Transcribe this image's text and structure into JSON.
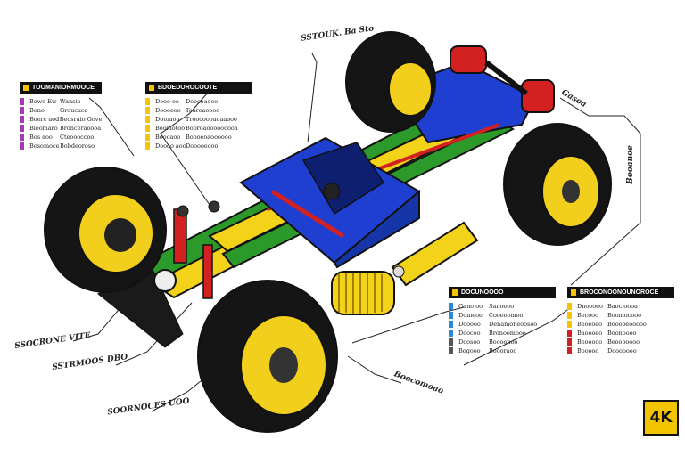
{
  "colors": {
    "tire": "#151515",
    "rim": "#f2cf1c",
    "frame_blue": "#1f3fd0",
    "rail_yellow": "#f3d21a",
    "rail_green": "#2b9a2b",
    "accent_red": "#d32020",
    "outline": "#111111",
    "panel_header": "#111111",
    "swatch_yellow": "#f5c400",
    "swatch_purple": "#a23bb5",
    "swatch_blue": "#2a8ad8",
    "swatch_red": "#d32020",
    "swatch_gray": "#555555"
  },
  "legend_panels": [
    {
      "title": "TOOMANIORMOOCE",
      "rows": [
        {
          "swatch": "#a23bb5",
          "a": "Bowo Ew",
          "b": "Wansio"
        },
        {
          "swatch": "#a23bb5",
          "a": "Bono",
          "b": "Groucaca"
        },
        {
          "swatch": "#a23bb5",
          "a": "Boerc aod",
          "b": "Beosraio Gove"
        },
        {
          "swatch": "#a23bb5",
          "a": "Bleomaro",
          "b": "Bronceraoooa"
        },
        {
          "swatch": "#a23bb5",
          "a": "Bos aoo",
          "b": "Cteoooccoo"
        },
        {
          "swatch": "#a23bb5",
          "a": "Bosomoce",
          "b": "Bobdeoroso"
        }
      ]
    },
    {
      "title": "BDOEDOROCOOTE",
      "rows": [
        {
          "swatch": "#f5c400",
          "a": "Dooo eo",
          "b": "Doocoaooo"
        },
        {
          "swatch": "#f5c400",
          "a": "Doooeoo",
          "b": "Toaroaoooo"
        },
        {
          "swatch": "#f5c400",
          "a": "Dotoaoo",
          "b": "Troocoooaoaaooo"
        },
        {
          "swatch": "#f5c400",
          "a": "Boomotoo",
          "b": "Booroaooooooooa"
        },
        {
          "swatch": "#f5c400",
          "a": "Boooaoo",
          "b": "Boooeoaoooooo"
        },
        {
          "swatch": "#f5c400",
          "a": "Doooo aoo",
          "b": "Dooooeooo"
        }
      ]
    },
    {
      "title": "DOCUNOOOO",
      "rows": [
        {
          "swatch": "#2a8ad8",
          "a": "Gano oo",
          "b": "Sanoeoo"
        },
        {
          "swatch": "#2a8ad8",
          "a": "Domeoe",
          "b": "Cooeoomoo"
        },
        {
          "swatch": "#2a8ad8",
          "a": "Dooooo",
          "b": "Denamoneoosoo"
        },
        {
          "swatch": "#2a8ad8",
          "a": "Doocoo",
          "b": "Bronoomooo"
        },
        {
          "swatch": "#555555",
          "a": "Doosoo",
          "b": "Boooonoo"
        },
        {
          "swatch": "#555555",
          "a": "Bogooo",
          "b": "Boooraoo"
        }
      ]
    },
    {
      "title": "BROCONOONOUNOROCE",
      "rows": [
        {
          "swatch": "#f5c400",
          "a": "Dnoooeo",
          "b": "Baocioooa"
        },
        {
          "swatch": "#f5c400",
          "a": "Becooo",
          "b": "Boomocooo"
        },
        {
          "swatch": "#f5c400",
          "a": "Beoeoeo",
          "b": "Booooeooooo"
        },
        {
          "swatch": "#d32020",
          "a": "Baoooeo",
          "b": "Boonoooo"
        },
        {
          "swatch": "#d32020",
          "a": "Beooooo",
          "b": "Beooooooo"
        },
        {
          "swatch": "#d32020",
          "a": "Booooo",
          "b": "Dooooooo"
        }
      ]
    }
  ],
  "callouts": {
    "top": "SSTOUK. Ba Sto",
    "right_top": "Gasoa",
    "right_side": "Booanoe",
    "left_mid": "SSOCRONE VITE",
    "left_low": "SSTRMOOS DBO",
    "bottom_left": "SOORNOCES UOO",
    "bottom_center": "Boocomoao"
  },
  "badge": "4K"
}
